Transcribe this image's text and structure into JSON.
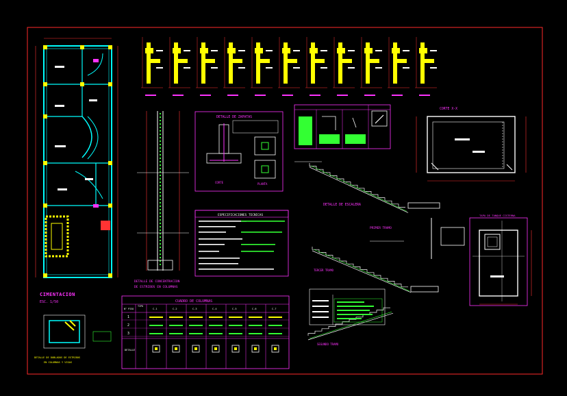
{
  "colors": {
    "background": "#000000",
    "border": "#ff2a2a",
    "wall": "#00ffff",
    "column": "#ffff00",
    "label_magenta": "#ff33ff",
    "text_white": "#ffffff",
    "rebar_green": "#33ff33",
    "dimension_red": "#ff3333"
  },
  "labels": {
    "cimentacion": "CIMENTACION",
    "cimentacion_scale": "ESC. 1/50",
    "detail_columns_note_line1": "DETALLE DE DOBLADOS DE ESTRIBOS",
    "detail_columns_note_line2": "EN COLUMNAS Y VIGAS",
    "detalle_zapatas": "DETALLE DE ZAPATAS",
    "corte": "CORTE",
    "planta": "PLANTA",
    "especificaciones": "ESPECIFICACIONES TECNICAS",
    "detalle_concentracion_line1": "DETALLE DE CONCENTRACION",
    "detalle_concentracion_line2": "DE ESTRIBOS EN COLUMNAS",
    "cuadro_columnas": "CUADRO DE COLUMNAS",
    "cuadro_header_tipo": "TIPO",
    "cuadro_header_piso": "N° PISO",
    "detalle_escalera": "DETALLE DE ESCALERA",
    "primer_tramo": "PRIMER TRAMO",
    "tercer_tramo": "TERCER TRAMO",
    "segundo_tramo": "SEGUNDO TRAMO",
    "corte_xx": "CORTE X-X",
    "tapa_tanque": "TAPA DE TANQUE CISTERNA",
    "detalle_label": "DETALLE"
  },
  "cuadro_columnas": {
    "types": [
      "C-1",
      "C-2",
      "C-3",
      "C-4",
      "C-5",
      "C-6",
      "C-7"
    ],
    "floors": [
      "1",
      "2",
      "3"
    ]
  },
  "section_count": 11
}
